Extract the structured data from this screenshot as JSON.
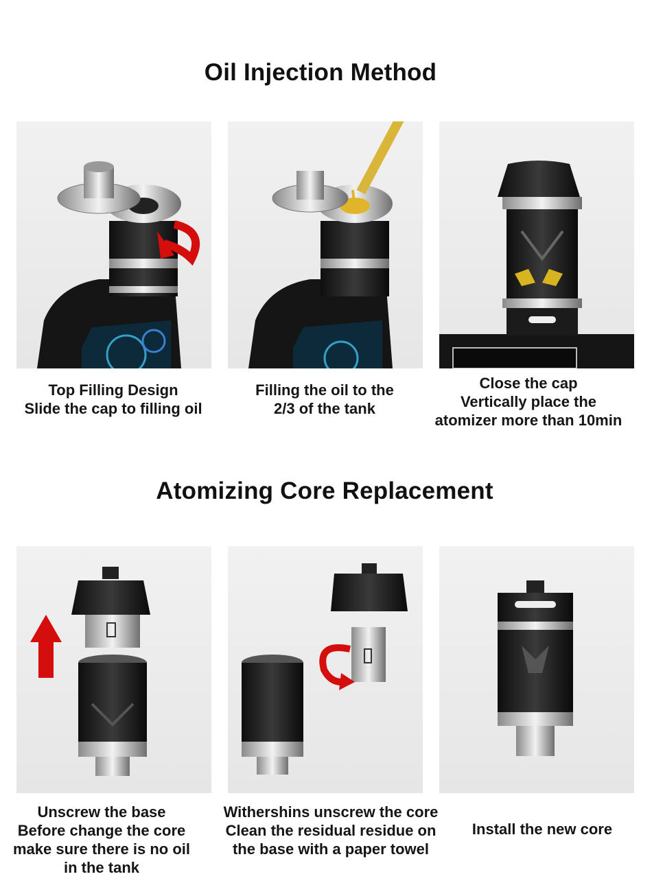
{
  "sections": [
    {
      "title": "Oil Injection Method",
      "steps": [
        {
          "lines": [
            "Top Filling Design",
            "Slide the cap to filling oil"
          ]
        },
        {
          "lines": [
            "Filling the oil to the",
            "2/3 of the tank"
          ]
        },
        {
          "lines": [
            "Close the cap",
            "Vertically place the",
            "atomizer more than 10min"
          ]
        }
      ]
    },
    {
      "title": "Atomizing Core Replacement",
      "steps": [
        {
          "lines": [
            "Unscrew the base",
            "Before change the core",
            "make sure there is no oil",
            "in the tank"
          ]
        },
        {
          "lines": [
            "Withershins unscrew the core",
            "Clean the residual residue on",
            "the base with a paper towel"
          ]
        },
        {
          "lines": [
            "Install the new core"
          ]
        }
      ]
    }
  ],
  "colors": {
    "arrow": "#d40d0d",
    "oil": "#e0b52a",
    "metal_dark": "#1c1c1c",
    "steel": "#c9c9c9"
  }
}
